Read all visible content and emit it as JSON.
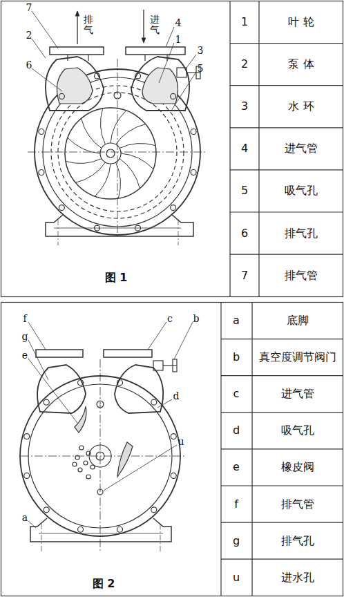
{
  "diagram": {
    "labels": [
      "7",
      "2",
      "6",
      "4",
      "1",
      "3",
      "5",
      "排气",
      "进气",
      "图 1",
      "1",
      "叶 轮",
      "2",
      "泵 体",
      "3",
      "水 环",
      "4",
      "进气管",
      "5",
      "吸气孔",
      "6",
      "排气孔",
      "7",
      "排气管",
      "f",
      "g",
      "e",
      "c",
      "b",
      "d",
      "u",
      "a",
      "图 2",
      "a",
      "底脚",
      "b",
      "真空度调节阀门",
      "c",
      "进气管",
      "d",
      "吸气孔",
      "e",
      "橡皮阀",
      "f",
      "排气管",
      "g",
      "排气孔",
      "u",
      "进水孔"
    ]
  }
}
